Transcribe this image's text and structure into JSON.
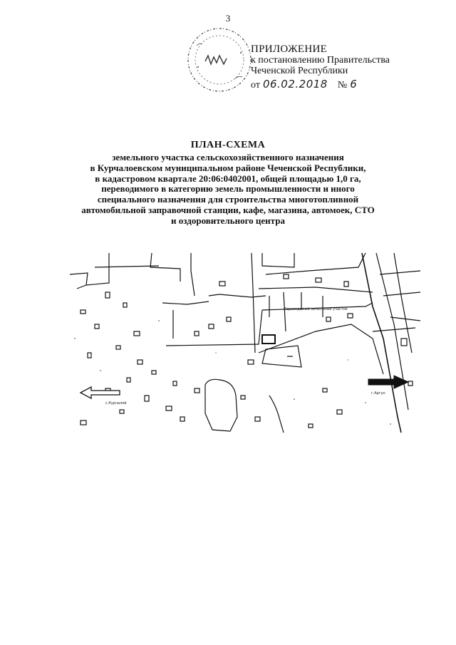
{
  "page": {
    "number": "3"
  },
  "seal": {
    "icon": "round-seal-icon",
    "color": "#333333"
  },
  "appendix": {
    "title": "ПРИЛОЖЕНИЕ",
    "line1": "к постановлению Правительства",
    "line2": "Чеченской Республики",
    "date_prefix": "от",
    "date": "06.02.2018",
    "number_prefix": "№",
    "number": "6"
  },
  "document": {
    "title": "ПЛАН-СХЕМА",
    "subtitle_lines": [
      "земельного участка сельскохозяйственного назначения",
      "в Курчалоевском муниципальном районе Чеченской Республики,",
      "в кадастровом квартале 20:06:0402001, общей площадью 1,0 га,",
      "переводимого в категорию земель промышленности и иного",
      "специального назначения для строительства многотопливной",
      "автомобильной заправочной станции, кафе, магазина, автомоек, СТО",
      "и оздоровительного центра"
    ]
  },
  "map": {
    "parcel_label": "Переводимый земельный участок",
    "left_arrow_label": "с.Курчалой",
    "right_arrow_label": "г.Аргун",
    "line_color": "#111111"
  }
}
